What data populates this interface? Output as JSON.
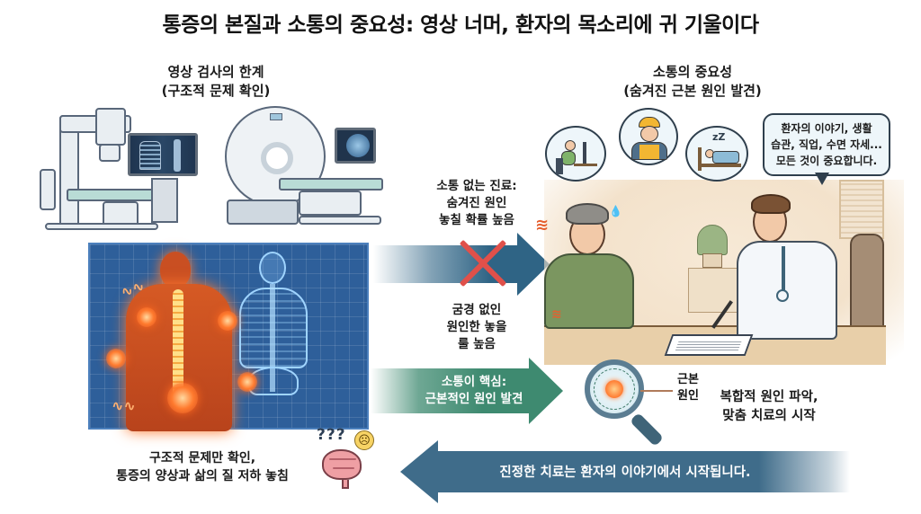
{
  "title": "통증의 본질과 소통의 중요성: 영상 너머, 환자의 목소리에 귀 기울이다",
  "left_section": {
    "heading_line1": "영상 검사의 한계",
    "heading_line2": "(구조적 문제 확인)",
    "caption_line1": "구조적 문제만 확인,",
    "caption_line2": "통증의 양상과 삶의 질 저하 놓침",
    "confusion_marks": "???",
    "icons": [
      "x-ray-machine-icon",
      "ct-scanner-icon",
      "body-pain-blueprint-icon",
      "confused-brain-icon",
      "sad-face-icon"
    ]
  },
  "right_section": {
    "heading_line1": "소통의 중요성",
    "heading_line2": "(숨겨진 근본 원인 발견)",
    "doctor_speech": {
      "line1": "환자의 이야기, 생활",
      "line2": "습관, 직업, 수면 자세...",
      "line3": "모든 것이 중요합니다."
    },
    "thought_bubbles": [
      "desk-work-posture-icon",
      "construction-worker-icon",
      "sleeping-posture-icon"
    ],
    "sleep_z": "zZ",
    "magnifier_label_line1": "근본",
    "magnifier_label_line2": "원인",
    "result_line1": "복합적 원인 파악,",
    "result_line2": "맞춤 치료의 시작"
  },
  "middle": {
    "blocked_label_line1": "소통 없는 진료:",
    "blocked_label_line2": "숨겨진 원인",
    "blocked_label_line3": "놓칠 확률 높음",
    "uncertain_label_line1": "굼경 없인",
    "uncertain_label_line2": "원인한 놓을",
    "uncertain_label_line3": "룰 높음",
    "green_arrow_line1": "소통이 핵심:",
    "green_arrow_line2": "근본적인 원인 발견",
    "bottom_arrow_text": "진정한 치료는 환자의 이야기에서 시작됩니다."
  },
  "colors": {
    "blue_arrow": "#2f6485",
    "green_arrow": "#3e8a70",
    "bottom_arrow": "#3f6c8a",
    "red_x": "#e0504a",
    "blueprint": "#2e5f9a",
    "pain_glow": "#ff6a20"
  }
}
